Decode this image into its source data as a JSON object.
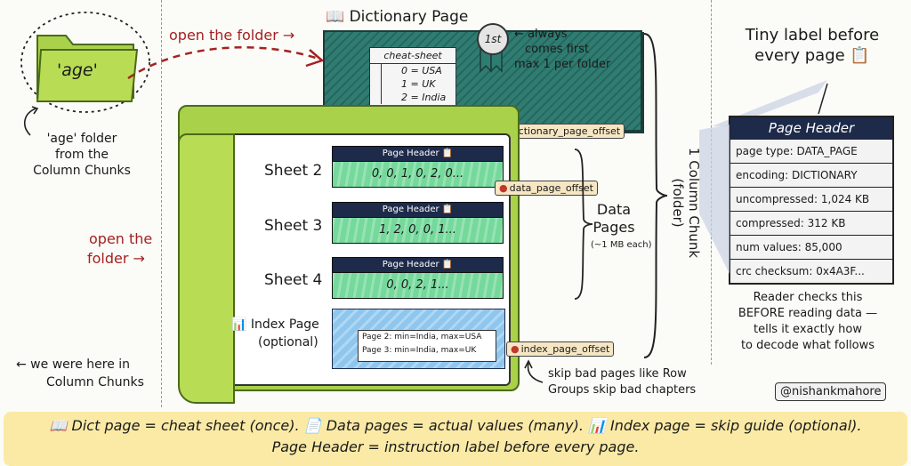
{
  "left": {
    "folder_label": "'age'",
    "folder_caption": [
      "'age' folder",
      "from the",
      "Column Chunks"
    ],
    "open_folder_top": "open the folder →",
    "open_folder_side": [
      "open the",
      "folder →"
    ],
    "were_here": [
      "← we were here in",
      "Column Chunks"
    ]
  },
  "dictionary": {
    "title": "Dictionary Page",
    "icon": "📖",
    "badge": "1st",
    "badge_note": [
      "← always",
      "comes first",
      "max 1 per folder"
    ],
    "cheat_title": "cheat-sheet",
    "cheat_rows": [
      "0 = USA",
      "1 = UK",
      "2 = India"
    ],
    "offset_tag": "dictionary_page_offset"
  },
  "data_pages": {
    "header_label": "Page Header 📋",
    "sheets": [
      {
        "label": "Sheet 2",
        "values": "0, 0, 1, 0, 2, 0..."
      },
      {
        "label": "Sheet 3",
        "values": "1, 2, 0, 0, 1..."
      },
      {
        "label": "Sheet 4",
        "values": "0, 0, 2, 1..."
      }
    ],
    "offset_tag": "data_page_offset",
    "brace_label": [
      "Data",
      "Pages"
    ],
    "brace_sub": "(~1 MB each)"
  },
  "index": {
    "title": "Index Page",
    "subtitle": "(optional)",
    "icon": "📊",
    "rows": [
      "Page 2: min=India, max=USA",
      "Page 3: min=India, max=UK"
    ],
    "offset_tag": "index_page_offset",
    "note": [
      "skip bad pages like Row",
      "Groups skip bad chapters"
    ]
  },
  "column_chunk_label": "1 Column Chunk (folder)",
  "right": {
    "heading": [
      "Tiny label before",
      "every page 📋"
    ],
    "table_title": "Page Header",
    "rows": [
      "page type: DATA_PAGE",
      "encoding:  DICTIONARY",
      "uncompressed: 1,024 KB",
      "compressed:  312 KB",
      "num values:  85,000",
      "crc checksum: 0x4A3F..."
    ],
    "note": [
      "Reader checks this",
      "BEFORE reading data —",
      "tells it exactly how",
      "to decode what follows"
    ]
  },
  "credit": "@nishankmahore",
  "banner": {
    "line1": "📖 Dict page = cheat sheet (once). 📄 Data pages = actual values (many). 📊 Index page = skip guide (optional).",
    "line2": "Page Header = instruction label before every page."
  },
  "colors": {
    "dict_teal": "#2f7d72",
    "data_green": "#74d99b",
    "index_blue": "#8ec6ee",
    "header_navy": "#1d2a4a",
    "folder_green": "#a9d14a",
    "accent_red": "#a32222",
    "banner_yellow": "#fbeaa6"
  }
}
